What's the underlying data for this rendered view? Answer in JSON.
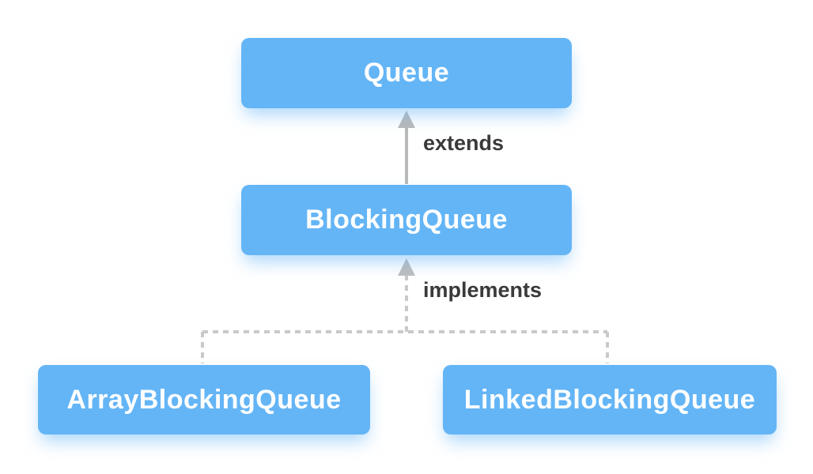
{
  "diagram": {
    "type": "class-hierarchy",
    "nodes": [
      {
        "id": "queue",
        "label": "Queue",
        "kind": "interface"
      },
      {
        "id": "blocking-queue",
        "label": "BlockingQueue",
        "kind": "interface"
      },
      {
        "id": "array-blocking-queue",
        "label": "ArrayBlockingQueue",
        "kind": "class"
      },
      {
        "id": "linked-blocking-queue",
        "label": "LinkedBlockingQueue",
        "kind": "class"
      }
    ],
    "edges": [
      {
        "from": "BlockingQueue",
        "to": "Queue",
        "label": "extends",
        "style": "solid-arrow"
      },
      {
        "from": "ArrayBlockingQueue",
        "to": "BlockingQueue",
        "label": "implements",
        "style": "dashed-arrow"
      },
      {
        "from": "LinkedBlockingQueue",
        "to": "BlockingQueue",
        "label": "implements",
        "style": "dashed-arrow"
      }
    ],
    "colors": {
      "node_fill": "#64B5F6",
      "node_text": "#FFFFFF",
      "node_glow": "rgba(100,181,246,0.55)",
      "solid_arrow": "#B9B9B9",
      "dashed_line": "#C9C9C9",
      "edge_label_text": "#3A3A3A",
      "background": "#FFFFFF"
    }
  }
}
